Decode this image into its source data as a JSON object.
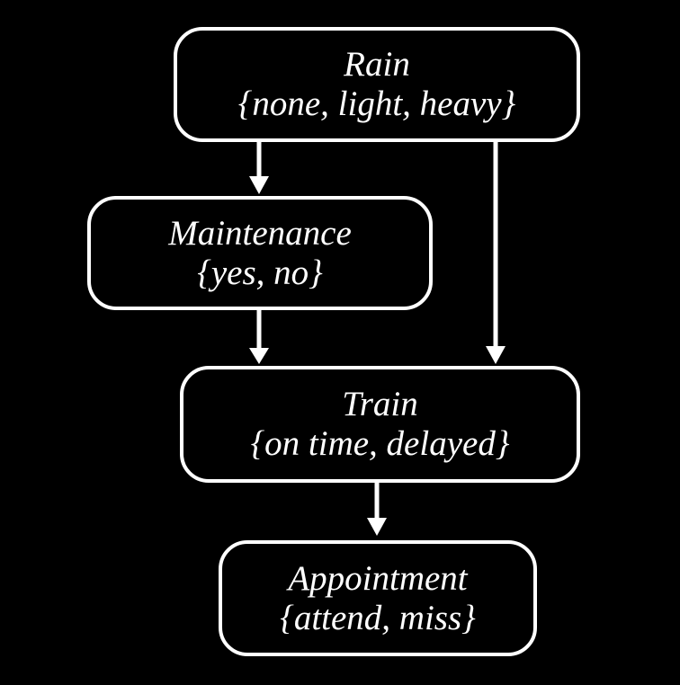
{
  "diagram": {
    "type": "bayesian-network",
    "colors": {
      "background": "#000000",
      "node_border": "#ffffff",
      "text": "#ffffff",
      "arrow": "#ffffff"
    },
    "nodes": [
      {
        "id": "rain",
        "label": "Rain",
        "domain": "{none, light, heavy}"
      },
      {
        "id": "maintenance",
        "label": "Maintenance",
        "domain": "{yes, no}"
      },
      {
        "id": "train",
        "label": "Train",
        "domain": "{on time, delayed}"
      },
      {
        "id": "appointment",
        "label": "Appointment",
        "domain": "{attend, miss}"
      }
    ],
    "edges": [
      {
        "from": "rain",
        "to": "maintenance"
      },
      {
        "from": "rain",
        "to": "train"
      },
      {
        "from": "maintenance",
        "to": "train"
      },
      {
        "from": "train",
        "to": "appointment"
      }
    ]
  }
}
